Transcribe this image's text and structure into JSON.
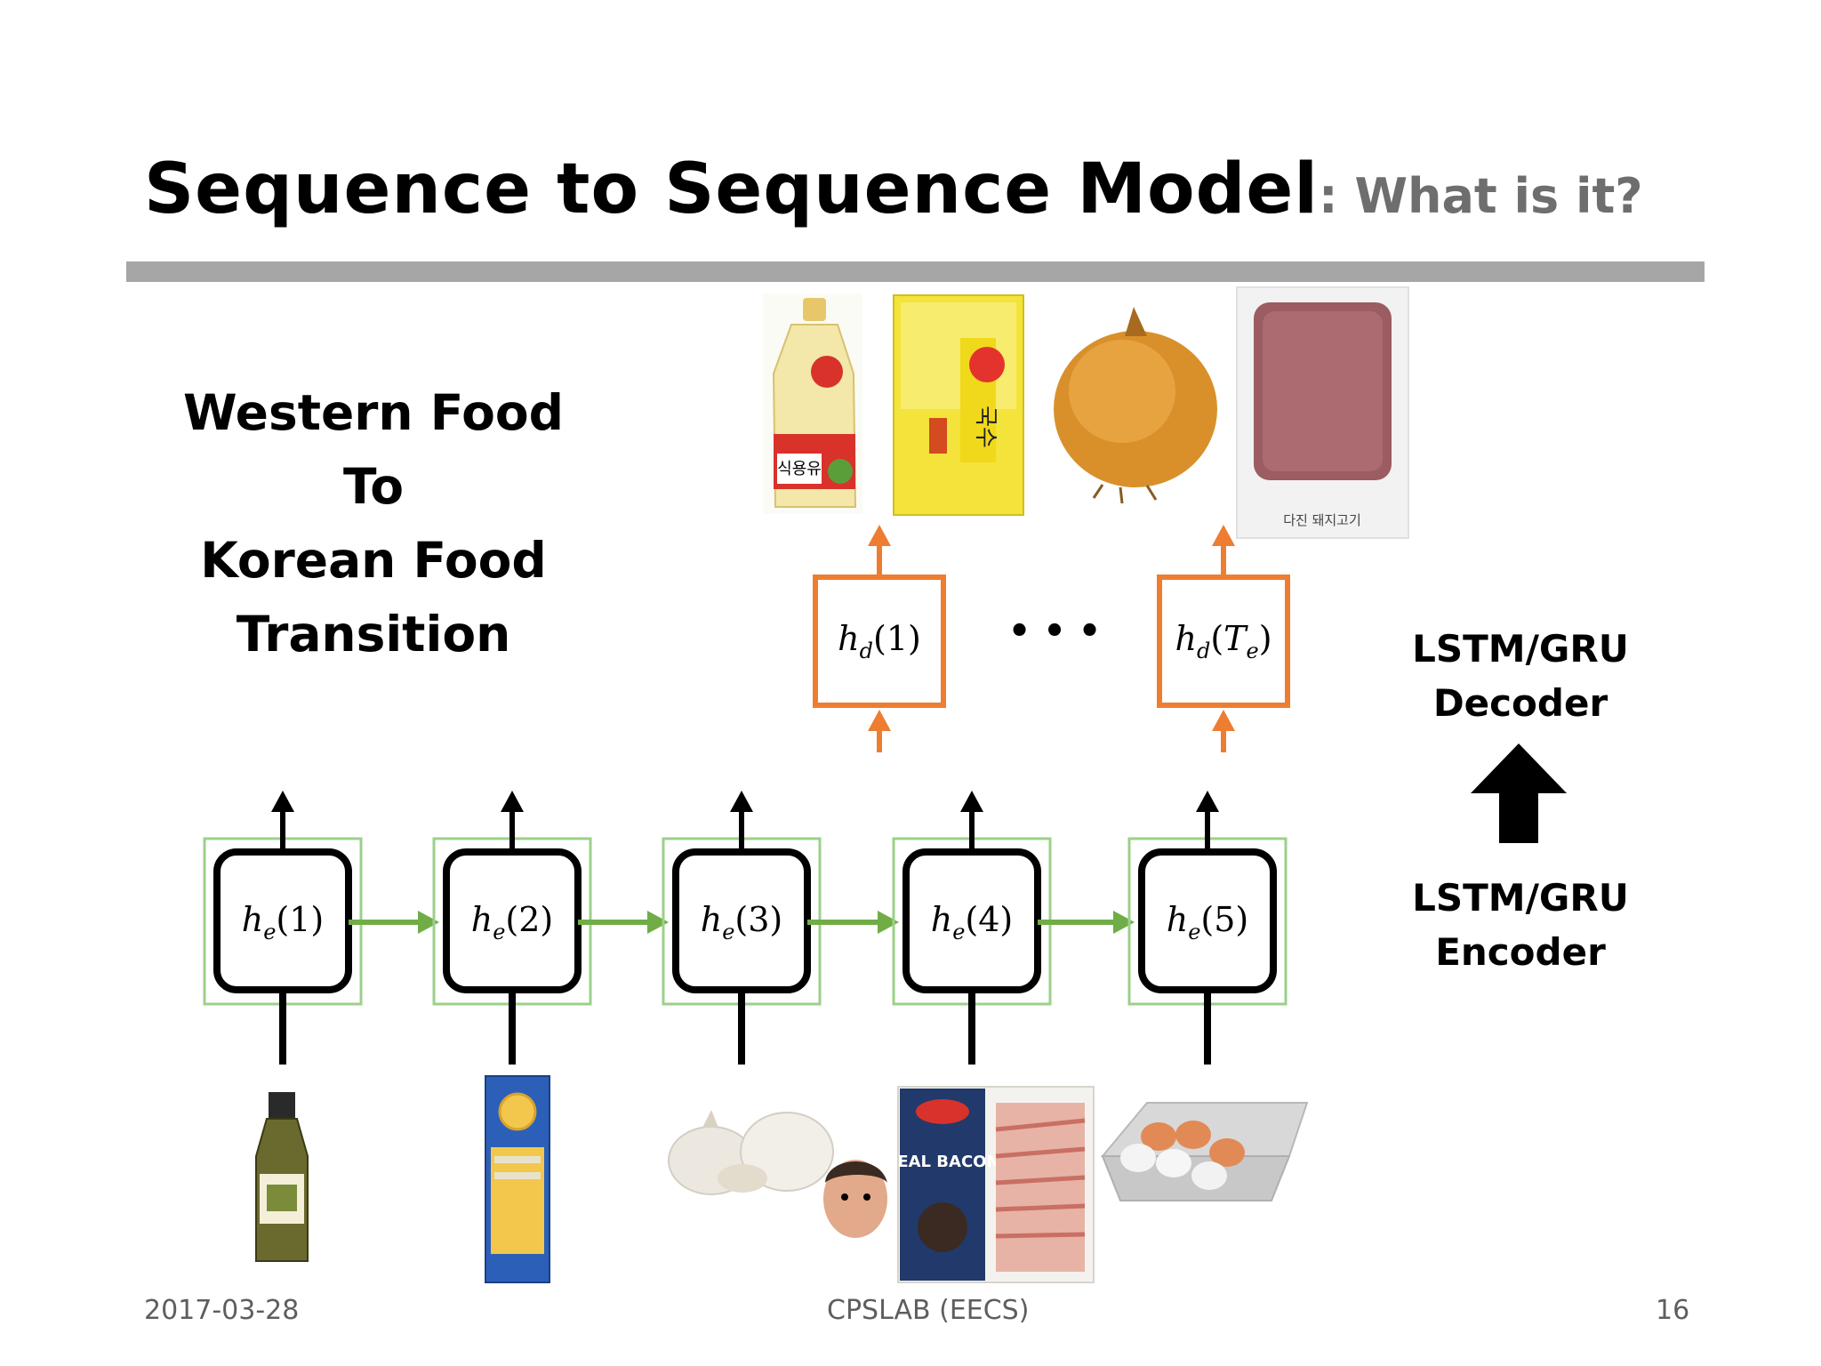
{
  "slide": {
    "title_main": "Sequence to Sequence Model",
    "title_sub": ": What is it?"
  },
  "phrase": {
    "line1": "Western Food",
    "line2": "To",
    "line3": "Korean Food",
    "line4": "Transition"
  },
  "decoder_label": {
    "line1": "LSTM/GRU",
    "line2": "Decoder"
  },
  "encoder_label": {
    "line1": "LSTM/GRU",
    "line2": "Encoder"
  },
  "decoder_cells": [
    {
      "symbol": "h",
      "sub": "d",
      "arg": "(1)"
    },
    {
      "symbol": "h",
      "sub": "d",
      "arg": "(T",
      "arg_sub": "e",
      "arg_end": ")"
    }
  ],
  "decoder_ellipsis": "• • •",
  "encoder_cells": [
    {
      "symbol": "h",
      "sub": "e",
      "arg": "(1)"
    },
    {
      "symbol": "h",
      "sub": "e",
      "arg": "(2)"
    },
    {
      "symbol": "h",
      "sub": "e",
      "arg": "(3)"
    },
    {
      "symbol": "h",
      "sub": "e",
      "arg": "(4)"
    },
    {
      "symbol": "h",
      "sub": "e",
      "arg": "(5)"
    }
  ],
  "korean_ingredients": [
    {
      "icon": "cooking-oil-bottle-icon",
      "text": "식용유"
    },
    {
      "icon": "noodle-package-icon",
      "text": "국수"
    },
    {
      "icon": "onion-icon"
    },
    {
      "icon": "ground-pork-tray-icon",
      "text": "다진 돼지고기"
    }
  ],
  "western_ingredients": [
    {
      "icon": "olive-oil-bottle-icon"
    },
    {
      "icon": "spaghetti-package-icon"
    },
    {
      "icon": "garlic-icon"
    },
    {
      "icon": "bacon-package-icon",
      "text": "REAL BACON"
    },
    {
      "icon": "egg-carton-icon"
    }
  ],
  "colors": {
    "decoder": "#ed7d31",
    "encoder_frame": "#9bd08a",
    "encoder_arrow": "#70ad47",
    "rule": "#a6a6a6"
  },
  "footer": {
    "date": "2017-03-28",
    "center": "CPSLAB (EECS)",
    "page": "16"
  }
}
